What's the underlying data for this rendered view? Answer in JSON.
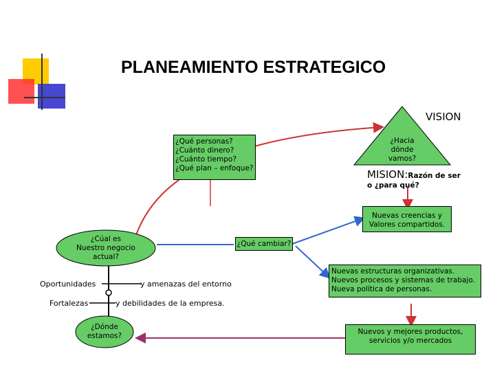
{
  "title": "PLANEAMIENTO ESTRATEGICO",
  "logo": {
    "colors": {
      "yellow": "#ffcc00",
      "red": "#ff3333",
      "blue": "#3333cc"
    }
  },
  "vision": {
    "label": "VISION",
    "triangle_text": [
      "¿Hacia",
      "dónde",
      "vamos?"
    ],
    "color": "#66cc66"
  },
  "mision": {
    "label": "MISION:",
    "desc": "Razón de ser",
    "question": "o ¿para qué?"
  },
  "questions_box": {
    "lines": [
      "¿Qué personas?",
      "¿Cuánto dinero?",
      "¿Cuánto tiempo?",
      "¿Qué plan – enfoque?"
    ]
  },
  "creencias_box": {
    "lines": [
      "Nuevas creencias y",
      "Valores compartidos."
    ]
  },
  "negocio_ellipse": {
    "lines": [
      "¿Cúal es",
      "Nuestro negocio",
      "actual?"
    ]
  },
  "cambiar_box": {
    "text": "¿Qué cambiar?"
  },
  "estructuras_box": {
    "lines": [
      "Nuevas estructuras organizativas.",
      "Nuevos procesos y sistemas de trabajo.",
      "Nueva política de personas."
    ]
  },
  "swot": {
    "oportunidades": "Oportunidades",
    "amenazas": "y amenazas del entorno",
    "fortalezas": "Fortalezas",
    "debilidades": "y debilidades de la empresa."
  },
  "estamos_ellipse": {
    "lines": [
      "¿Dónde",
      "estamos?"
    ]
  },
  "productos_box": {
    "lines": [
      "Nuevos y mejores productos,",
      "servicios y/o mercados"
    ]
  },
  "colors": {
    "green": "#66cc66",
    "red_arrow": "#cc3333",
    "blue_arrow": "#3366cc",
    "purple_arrow": "#993366"
  }
}
